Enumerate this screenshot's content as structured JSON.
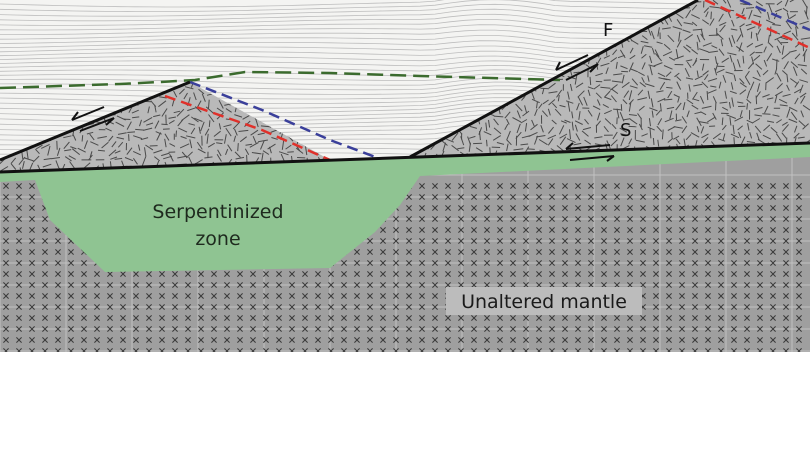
{
  "labels": {
    "fault": "F",
    "shear": "S",
    "serpentinized_line1": "Serpentinized",
    "serpentinized_line2": "zone",
    "mantle": "Unaltered mantle"
  },
  "colors": {
    "sediment_bg": "#f2f2f0",
    "sediment_line": "#bdbdbd",
    "fault_block": "#b9b9b9",
    "mantle": "#9f9f9f",
    "serpentine": "#8fc492",
    "green_dash": "#3b6b2e",
    "red_dash": "#e0302a",
    "blue_dash": "#3a3f9a",
    "fault_line": "#111111"
  },
  "icons": [
    "shear-arrows-icon"
  ]
}
